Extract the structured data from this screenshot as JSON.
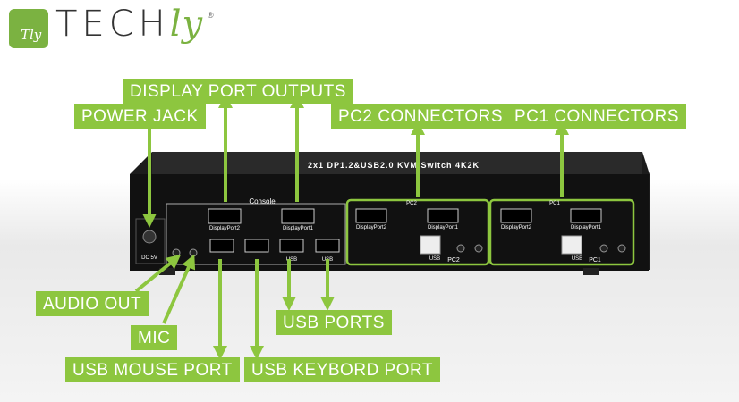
{
  "brand": {
    "name": "TECH",
    "suffix": "ly",
    "registered": "®",
    "logo_mark": "Tly"
  },
  "labels": {
    "display_outputs": "DISPLAY PORT OUTPUTS",
    "power_jack": "POWER JACK",
    "pc2_connectors": "PC2 CONNECTORS",
    "pc1_connectors": "PC1 CONNECTORS",
    "audio_out": "AUDIO OUT",
    "mic": "MIC",
    "usb_mouse": "USB MOUSE PORT",
    "usb_keyboard": "USB KEYBORD PORT",
    "usb_ports": "USB PORTS"
  },
  "device": {
    "title": "2x1 DP1.2&USB2.0 KVM Switch 4K2K",
    "console": "Console",
    "dc": "DC 5V",
    "dp2": "DisplayPort2",
    "dp1": "DisplayPort1",
    "usb": "USB",
    "pc2": "PC2",
    "pc1": "PC1"
  },
  "colors": {
    "accent": "#8dc63f",
    "device": "#1a1a1a"
  }
}
